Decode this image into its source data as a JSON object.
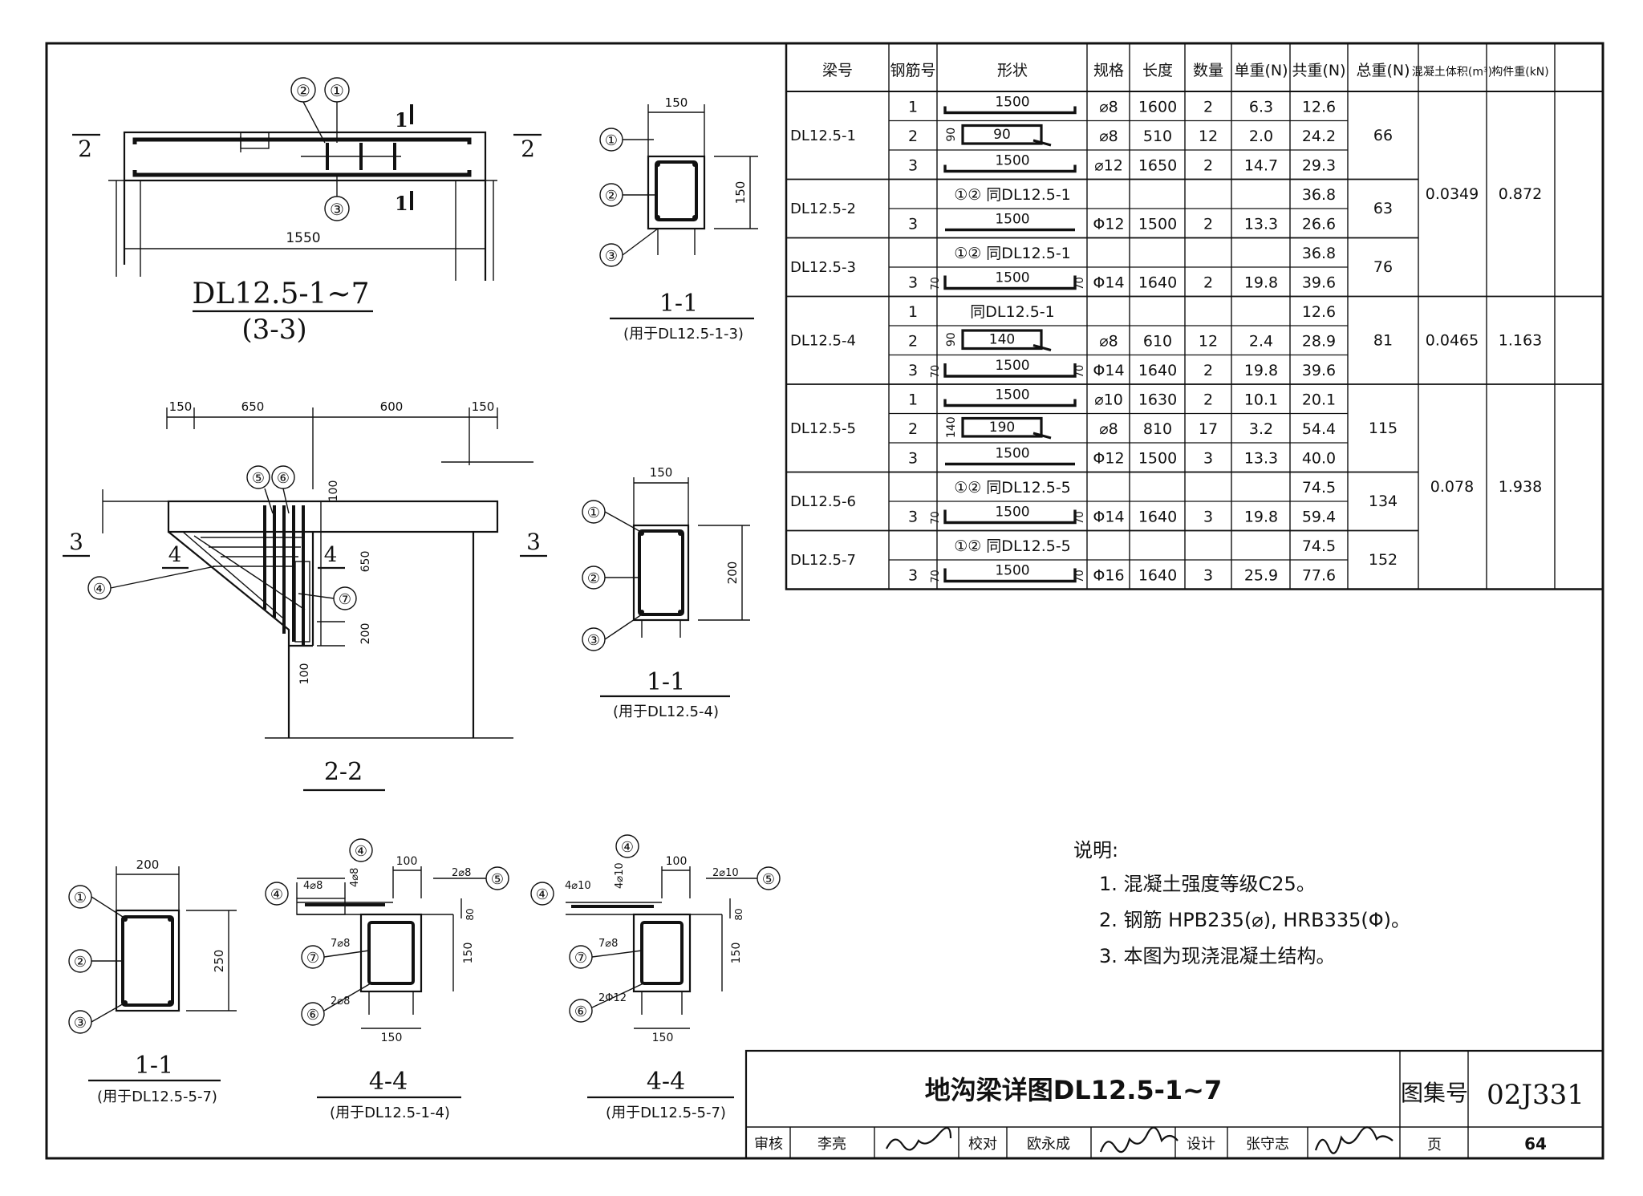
{
  "elevation": {
    "title": "DL12.5-1~7",
    "subtitle": "(3-3)",
    "dim_length": "1550",
    "section_mark_2": "2",
    "section_mark_1": "1",
    "callouts": [
      "②",
      "①",
      "③"
    ]
  },
  "section_1_1_a": {
    "title": "1-1",
    "note": "(用于DL12.5-1-3)",
    "width": "150",
    "height": "150"
  },
  "section_1_1_b": {
    "title": "1-1",
    "note": "(用于DL12.5-4)",
    "width": "150",
    "height": "200"
  },
  "section_1_1_c": {
    "title": "1-1",
    "note": "(用于DL12.5-5-7)",
    "width": "200",
    "height": "250"
  },
  "section_2_2": {
    "title": "2-2",
    "dims": [
      "150",
      "650",
      "600",
      "150"
    ],
    "dim_100": "100",
    "dim_650": "650",
    "dim_200": "200",
    "dim_100b": "100",
    "mark_3": "3",
    "mark_4": "4"
  },
  "section_4_4_a": {
    "title": "4-4",
    "note": "(用于DL12.5-1-4)",
    "labels": {
      "top_left": "4⌀8",
      "top_vert": "4⌀8",
      "top_right": "2⌀8",
      "side": "7⌀8",
      "bottom": "2⌀8"
    },
    "dims": {
      "top": "100",
      "right": "80",
      "h": "150",
      "w": "150"
    }
  },
  "section_4_4_b": {
    "title": "4-4",
    "note": "(用于DL12.5-5-7)",
    "labels": {
      "top_left": "4⌀10",
      "top_vert": "4⌀10",
      "top_right": "2⌀10",
      "side": "7⌀8",
      "bottom": "2Φ12"
    },
    "dims": {
      "top": "100",
      "right": "80",
      "h": "150",
      "w": "150"
    }
  },
  "table": {
    "headers": [
      "梁号",
      "钢筋号",
      "形状",
      "规格",
      "长度",
      "数量",
      "单重(N)",
      "共重(N)",
      "总重(N)",
      "混凝土体积(m³)",
      "构件重(kN)"
    ],
    "rows": [
      {
        "beam": "DL12.5-1",
        "no": "1",
        "shape": "1500",
        "spec": "⌀8",
        "len": "1600",
        "qty": "2",
        "unit": "6.3",
        "total": "12.6"
      },
      {
        "beam": "",
        "no": "2",
        "shape": "90",
        "shape_side": "90",
        "spec": "⌀8",
        "len": "510",
        "qty": "12",
        "unit": "2.0",
        "total": "24.2"
      },
      {
        "beam": "",
        "no": "3",
        "shape": "1500",
        "spec": "⌀12",
        "len": "1650",
        "qty": "2",
        "unit": "14.7",
        "total": "29.3"
      },
      {
        "beam": "DL12.5-2",
        "no": "",
        "shape": "①② 同DL12.5-1",
        "spec": "",
        "len": "",
        "qty": "",
        "unit": "",
        "total": "36.8"
      },
      {
        "beam": "",
        "no": "3",
        "shape": "1500",
        "spec": "Φ12",
        "len": "1500",
        "qty": "2",
        "unit": "13.3",
        "total": "26.6"
      },
      {
        "beam": "DL12.5-3",
        "no": "",
        "shape": "①② 同DL12.5-1",
        "spec": "",
        "len": "",
        "qty": "",
        "unit": "",
        "total": "36.8"
      },
      {
        "beam": "",
        "no": "3",
        "shape": "1500",
        "shape_side": "70",
        "spec": "Φ14",
        "len": "1640",
        "qty": "2",
        "unit": "19.8",
        "total": "39.6"
      },
      {
        "beam": "DL12.5-4",
        "no": "1",
        "shape": "同DL12.5-1",
        "spec": "",
        "len": "",
        "qty": "",
        "unit": "",
        "total": "12.6"
      },
      {
        "beam": "",
        "no": "2",
        "shape": "140",
        "shape_side": "90",
        "spec": "⌀8",
        "len": "610",
        "qty": "12",
        "unit": "2.4",
        "total": "28.9"
      },
      {
        "beam": "",
        "no": "3",
        "shape": "1500",
        "shape_side": "70",
        "spec": "Φ14",
        "len": "1640",
        "qty": "2",
        "unit": "19.8",
        "total": "39.6"
      },
      {
        "beam": "DL12.5-5",
        "no": "1",
        "shape": "1500",
        "spec": "⌀10",
        "len": "1630",
        "qty": "2",
        "unit": "10.1",
        "total": "20.1"
      },
      {
        "beam": "",
        "no": "2",
        "shape": "190",
        "shape_side": "140",
        "spec": "⌀8",
        "len": "810",
        "qty": "17",
        "unit": "3.2",
        "total": "54.4"
      },
      {
        "beam": "",
        "no": "3",
        "shape": "1500",
        "spec": "Φ12",
        "len": "1500",
        "qty": "3",
        "unit": "13.3",
        "total": "40.0"
      },
      {
        "beam": "DL12.5-6",
        "no": "",
        "shape": "①② 同DL12.5-5",
        "spec": "",
        "len": "",
        "qty": "",
        "unit": "",
        "total": "74.5"
      },
      {
        "beam": "",
        "no": "3",
        "shape": "1500",
        "shape_side": "70",
        "spec": "Φ14",
        "len": "1640",
        "qty": "3",
        "unit": "19.8",
        "total": "59.4"
      },
      {
        "beam": "DL12.5-7",
        "no": "",
        "shape": "①② 同DL12.5-5",
        "spec": "",
        "len": "",
        "qty": "",
        "unit": "",
        "total": "74.5"
      },
      {
        "beam": "",
        "no": "3",
        "shape": "1500",
        "shape_side": "70",
        "spec": "Φ16",
        "len": "1640",
        "qty": "3",
        "unit": "25.9",
        "total": "77.6"
      }
    ],
    "grand_totals": [
      "66",
      "63",
      "76",
      "81",
      "115",
      "134",
      "152"
    ],
    "concrete": [
      "0.0349",
      "0.0465",
      "0.078"
    ],
    "member_weight": [
      "0.872",
      "1.163",
      "1.938"
    ]
  },
  "notes": {
    "heading": "说明:",
    "items": [
      "1. 混凝土强度等级C25。",
      "2. 钢筋 HPB235(⌀), HRB335(Φ)。",
      "3. 本图为现浇混凝土结构。"
    ]
  },
  "title_block": {
    "title": "地沟梁详图DL12.5-1~7",
    "atlas_label": "图集号",
    "atlas_no": "02J331",
    "review_label": "审核",
    "reviewer": "李亮",
    "check_label": "校对",
    "checker": "欧永成",
    "design_label": "设计",
    "designer": "张守志",
    "page_label": "页",
    "page_no": "64"
  }
}
